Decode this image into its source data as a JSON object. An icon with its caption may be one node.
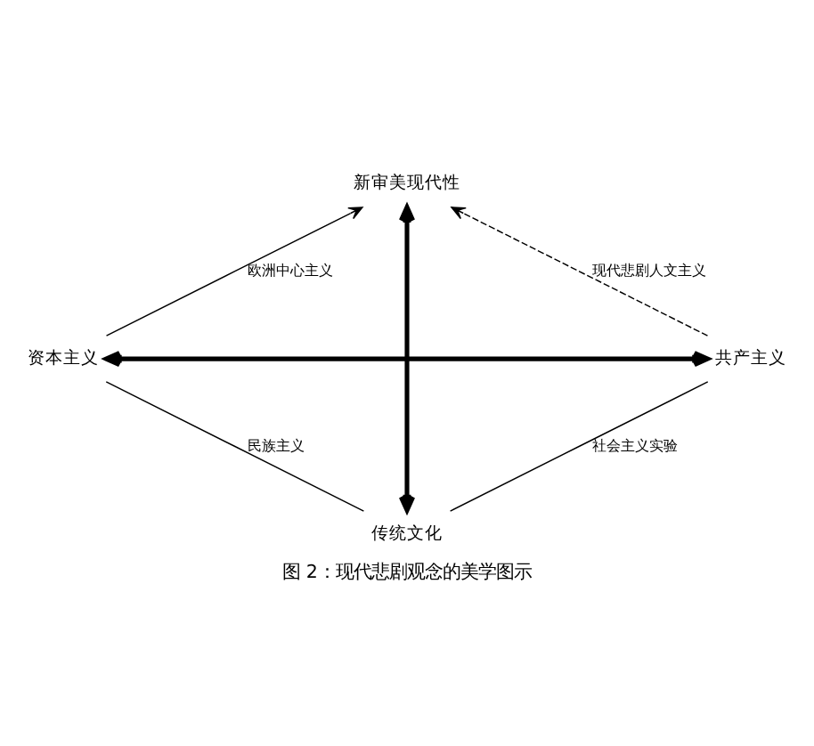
{
  "diagram": {
    "caption": "图 2：现代悲剧观念的美学图示",
    "nodes": [
      {
        "text": [
          "新审美现代性"
        ]
      },
      {
        "text": [
          "资本主义"
        ]
      },
      {
        "text": [
          "共产主义"
        ]
      },
      {
        "text": [
          "传统文化"
        ]
      }
    ],
    "edges": [
      {
        "from": 1,
        "to": 0,
        "arrow": "to",
        "label": "欧洲中心主义"
      },
      {
        "from": 2,
        "to": 0,
        "arrow": "to",
        "label": "现代悲剧人文主义",
        "style": "dashed"
      },
      {
        "from": 1,
        "to": 3,
        "arrow": "none",
        "label": "民族主义"
      },
      {
        "from": 2,
        "to": 3,
        "arrow": "none",
        "label": "社会主义实验"
      },
      {
        "from": 3,
        "to": 0,
        "arrow": "both",
        "style": "thick"
      },
      {
        "from": 1,
        "to": 2,
        "arrow": "both",
        "style": "thick"
      }
    ]
  }
}
